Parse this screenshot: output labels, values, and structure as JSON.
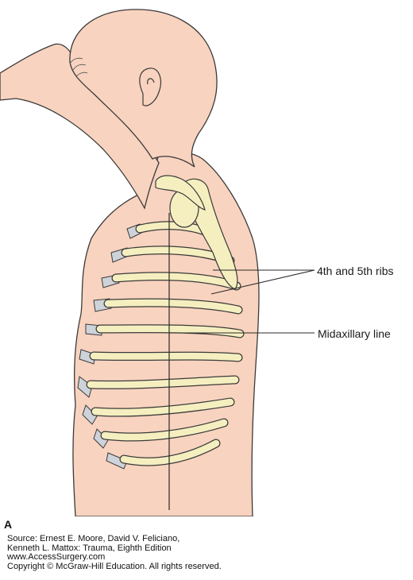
{
  "labels": {
    "ribs": "4th and 5th ribs",
    "midaxillary": "Midaxillary line",
    "panel": "A"
  },
  "credits": {
    "source": "Source: Ernest E. Moore, David V. Feliciano,",
    "authors": "Kenneth L. Mattox: Trauma, Eighth Edition",
    "website": "www.AccessSurgery.com",
    "copyright": "Copyright © McGraw-Hill Education. All rights reserved."
  },
  "colors": {
    "skin": "#f8d3bf",
    "bone": "#f5efc0",
    "cartilage": "#ced3da",
    "outline": "#3a3a3a"
  }
}
